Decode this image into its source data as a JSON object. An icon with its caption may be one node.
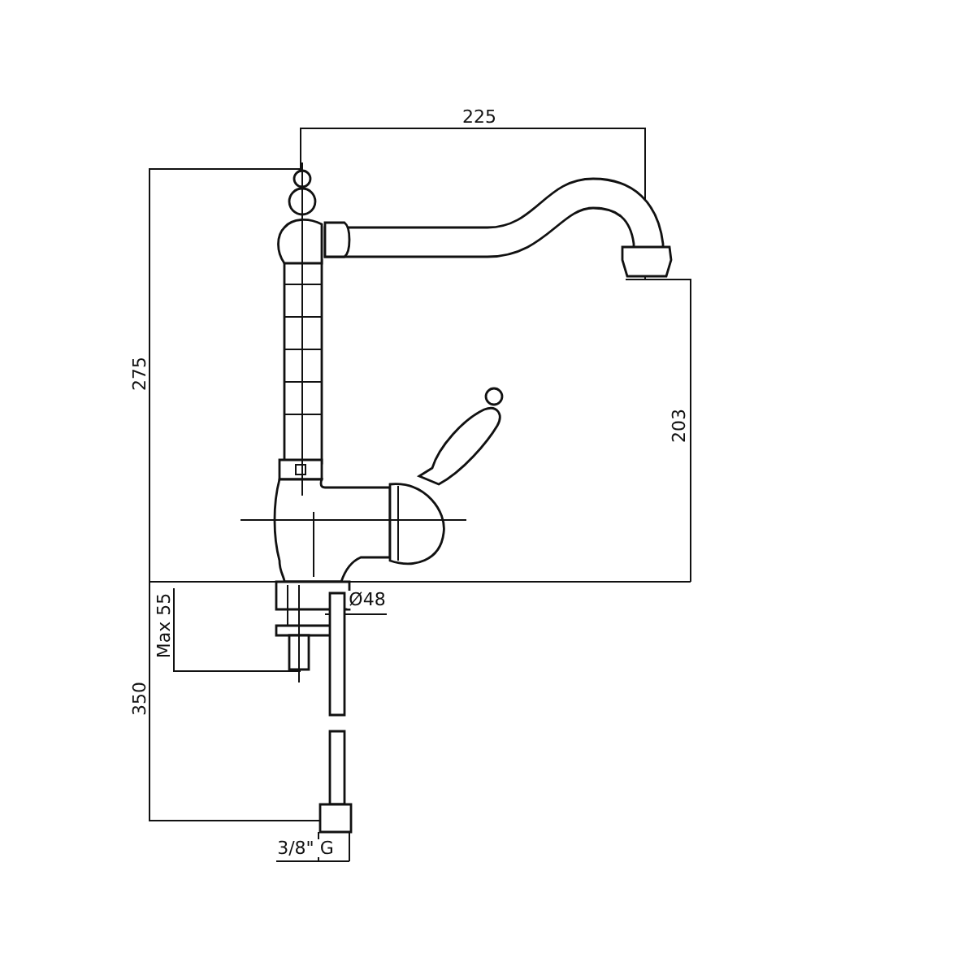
{
  "diagram": {
    "labels": [
      "225",
      "275",
      "203",
      "Ø48",
      "Max 55",
      "350",
      "3/8\" G"
    ]
  }
}
